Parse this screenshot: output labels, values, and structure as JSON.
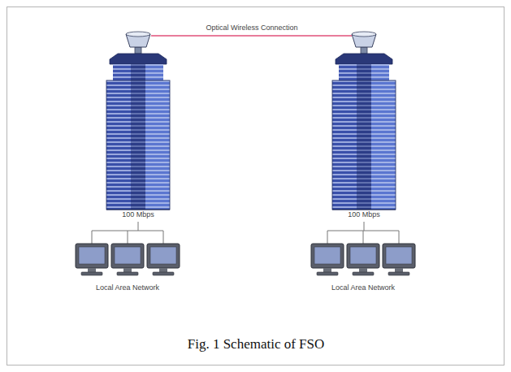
{
  "diagram": {
    "caption": "Fig. 1 Schematic of FSO",
    "labels": [
      "Optical Wireless Connection",
      "100 Mbps",
      "100 Mbps",
      "Local Area Network",
      "Local Area Network"
    ]
  }
}
